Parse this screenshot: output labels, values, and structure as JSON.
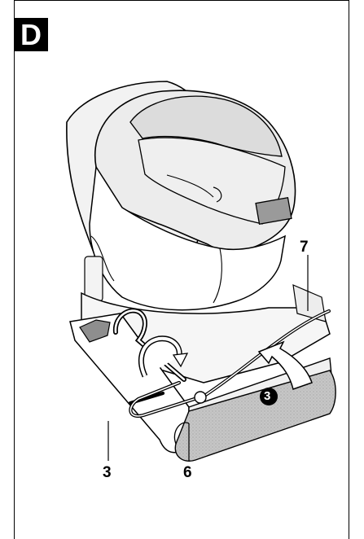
{
  "figure": {
    "section_letter": "D",
    "callouts": {
      "label_7": "7",
      "label_3": "3",
      "label_6": "6",
      "step_marker": "3"
    }
  },
  "colors": {
    "outline": "#000000",
    "shade_light": "#e9e9e9",
    "shade_mid": "#c6c6c6",
    "shade_dark": "#8e8e8e",
    "fill_white": "#ffffff"
  }
}
